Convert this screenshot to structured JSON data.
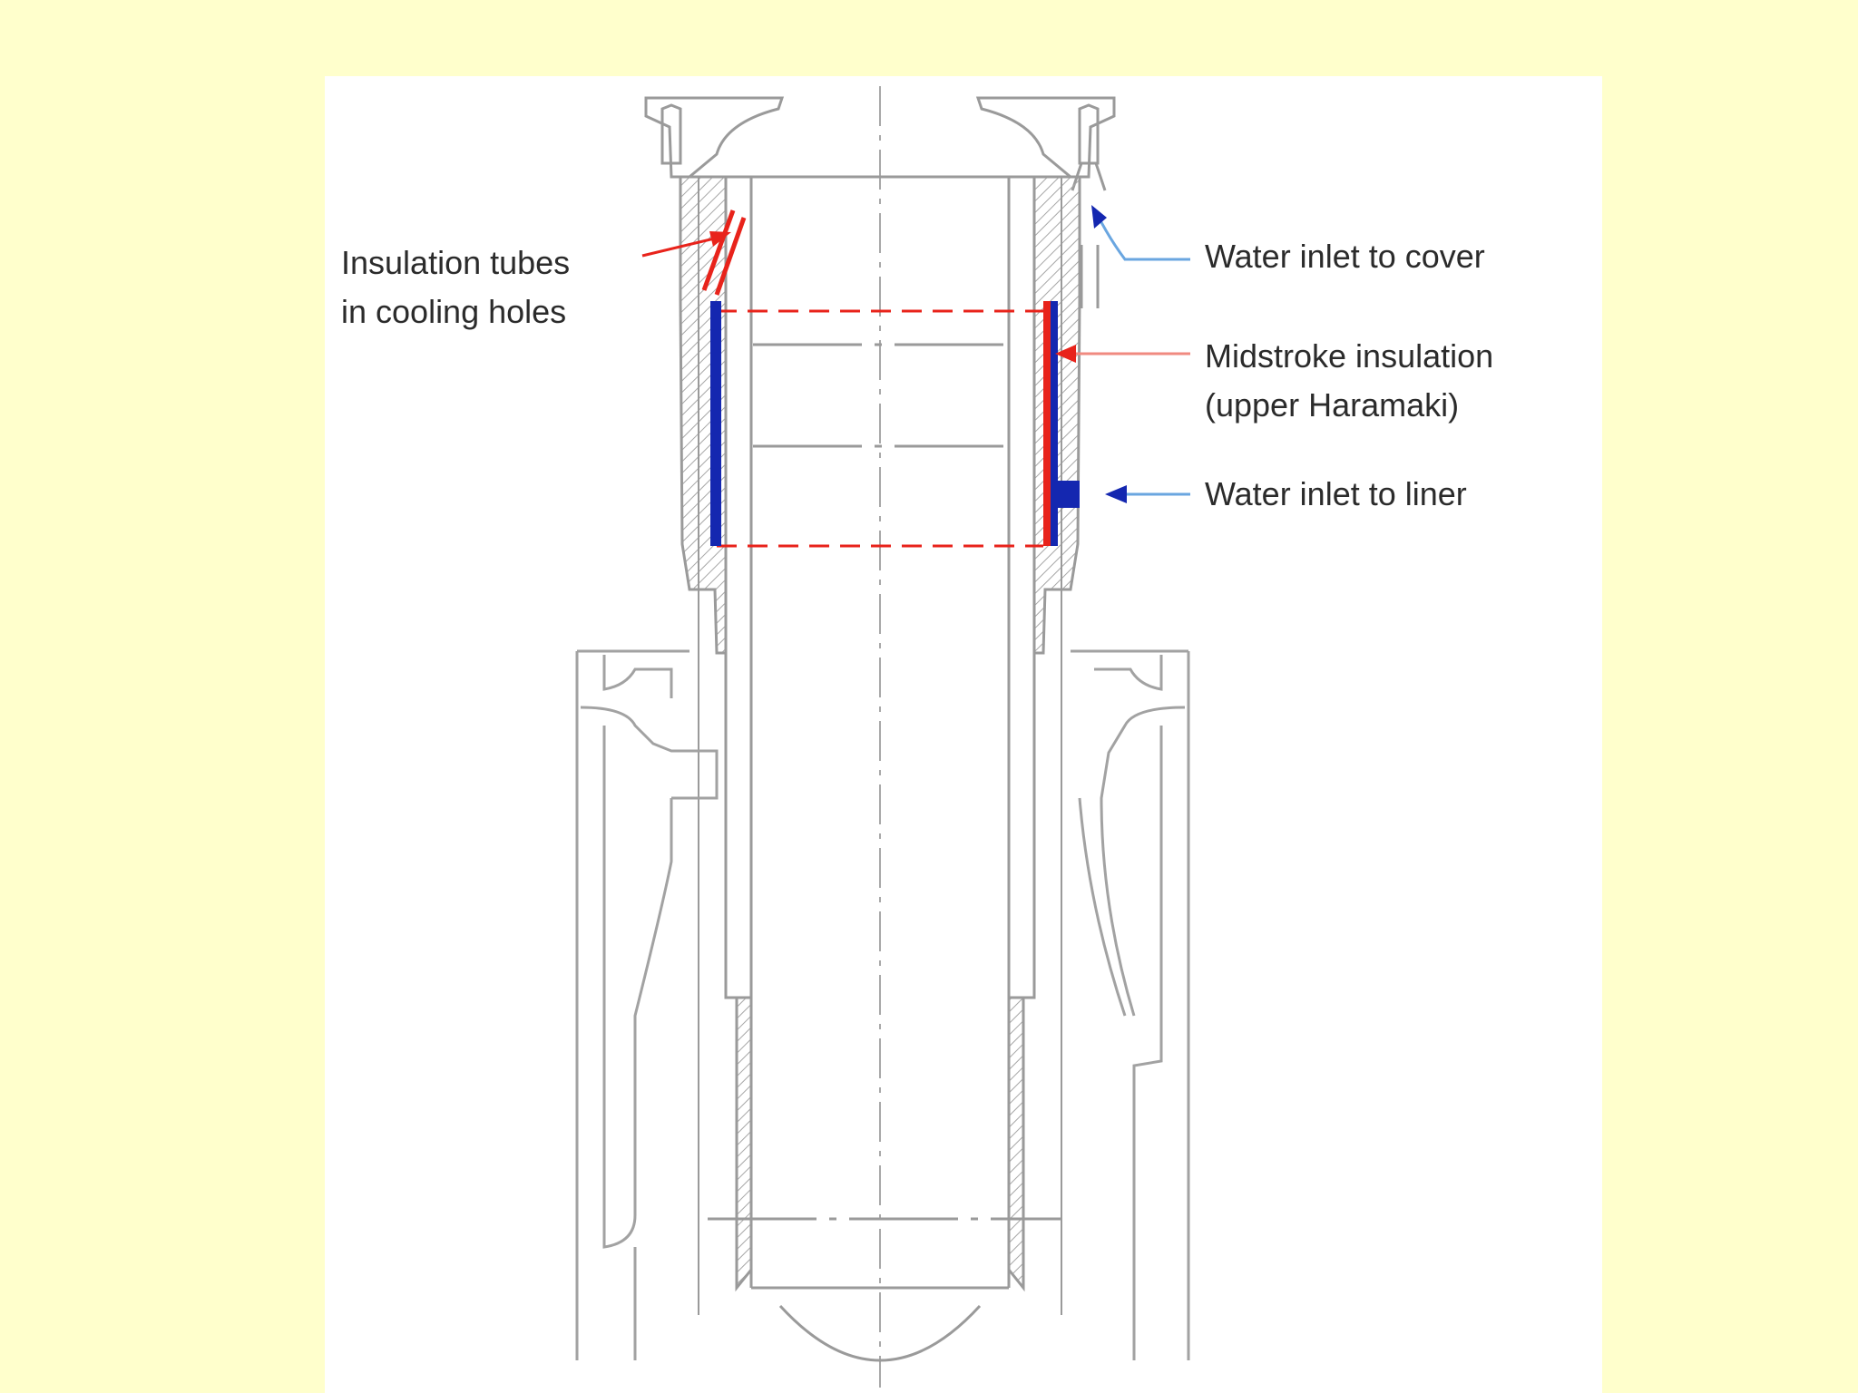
{
  "labels": {
    "insulation_tubes_line1": "Insulation tubes",
    "insulation_tubes_line2": "in cooling holes",
    "water_inlet_cover": "Water inlet to cover",
    "midstroke_line1": "Midstroke insulation",
    "midstroke_line2": "(upper Haramaki)",
    "water_inlet_liner": "Water inlet to liner"
  },
  "colors": {
    "background": "#ffffcc",
    "panel": "#ffffff",
    "drawing_line": "#9a9a9a",
    "insulation_red": "#e8231b",
    "water_blue": "#1427b0",
    "leader_blue": "#6aa6e0"
  }
}
